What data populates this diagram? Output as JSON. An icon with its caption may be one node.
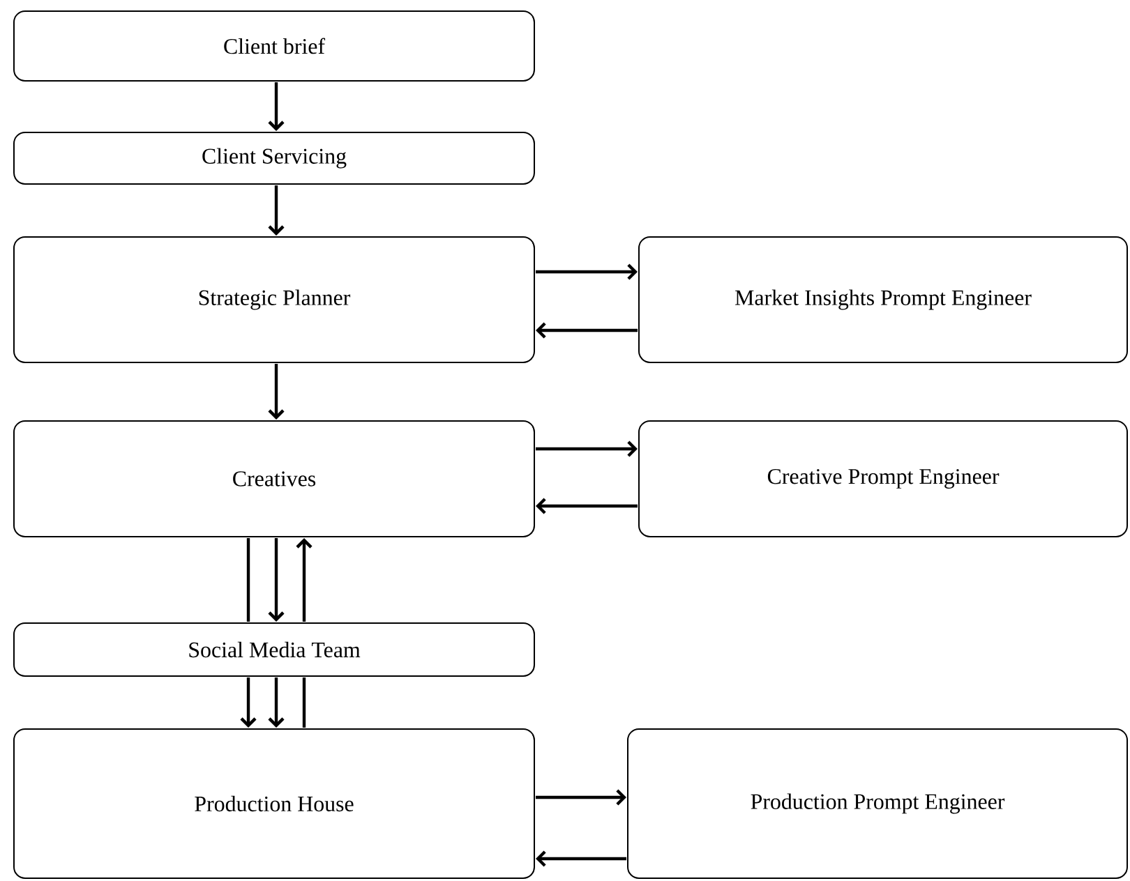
{
  "diagram": {
    "nodes": [
      {
        "text": [
          "Client brief"
        ]
      },
      {
        "text": [
          "Client Servicing"
        ]
      },
      {
        "text": [
          "Strategic Planner"
        ]
      },
      {
        "text": [
          "Market Insights Prompt Engineer"
        ]
      },
      {
        "text": [
          "Creatives"
        ]
      },
      {
        "text": [
          "Creative Prompt Engineer"
        ]
      },
      {
        "text": [
          "Social Media Team"
        ]
      },
      {
        "text": [
          "Production House"
        ]
      },
      {
        "text": [
          "Production Prompt Engineer"
        ]
      }
    ],
    "edges": [
      {
        "from": 0,
        "to": 1,
        "arrow": "to"
      },
      {
        "from": 1,
        "to": 2,
        "arrow": "to"
      },
      {
        "from": 2,
        "to": 3,
        "arrow": "to"
      },
      {
        "from": 3,
        "to": 2,
        "arrow": "to"
      },
      {
        "from": 2,
        "to": 4,
        "arrow": "to"
      },
      {
        "from": 4,
        "to": 5,
        "arrow": "to"
      },
      {
        "from": 5,
        "to": 4,
        "arrow": "to"
      },
      {
        "from": 4,
        "to": 6,
        "arrow": "none"
      },
      {
        "from": 4,
        "to": 6,
        "arrow": "to"
      },
      {
        "from": 6,
        "to": 4,
        "arrow": "to"
      },
      {
        "from": 6,
        "to": 7,
        "arrow": "to"
      },
      {
        "from": 6,
        "to": 7,
        "arrow": "to"
      },
      {
        "from": 7,
        "to": 6,
        "arrow": "none"
      },
      {
        "from": 7,
        "to": 8,
        "arrow": "to"
      },
      {
        "from": 8,
        "to": 7,
        "arrow": "to"
      }
    ]
  }
}
